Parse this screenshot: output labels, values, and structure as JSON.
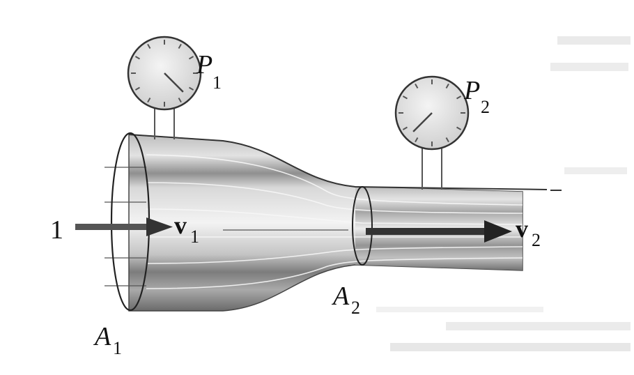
{
  "labels": {
    "p1": "P",
    "p1_sub": "1",
    "p2": "P",
    "p2_sub": "2",
    "a1": "A",
    "a1_sub": "1",
    "a2": "A",
    "a2_sub": "2",
    "v1": "v",
    "v1_sub": "1",
    "v2": "v",
    "v2_sub": "2",
    "inlet": "1"
  },
  "gauges": [
    {
      "name": "P1",
      "needle_deg": 135
    },
    {
      "name": "P2",
      "needle_deg": 225
    }
  ],
  "colors": {
    "ink": "#111111",
    "pipe_dark": "#6f6f6f",
    "pipe_mid": "#a8a8a8",
    "pipe_light": "#dcdcdc",
    "faded_text": "#d6d6d6"
  }
}
